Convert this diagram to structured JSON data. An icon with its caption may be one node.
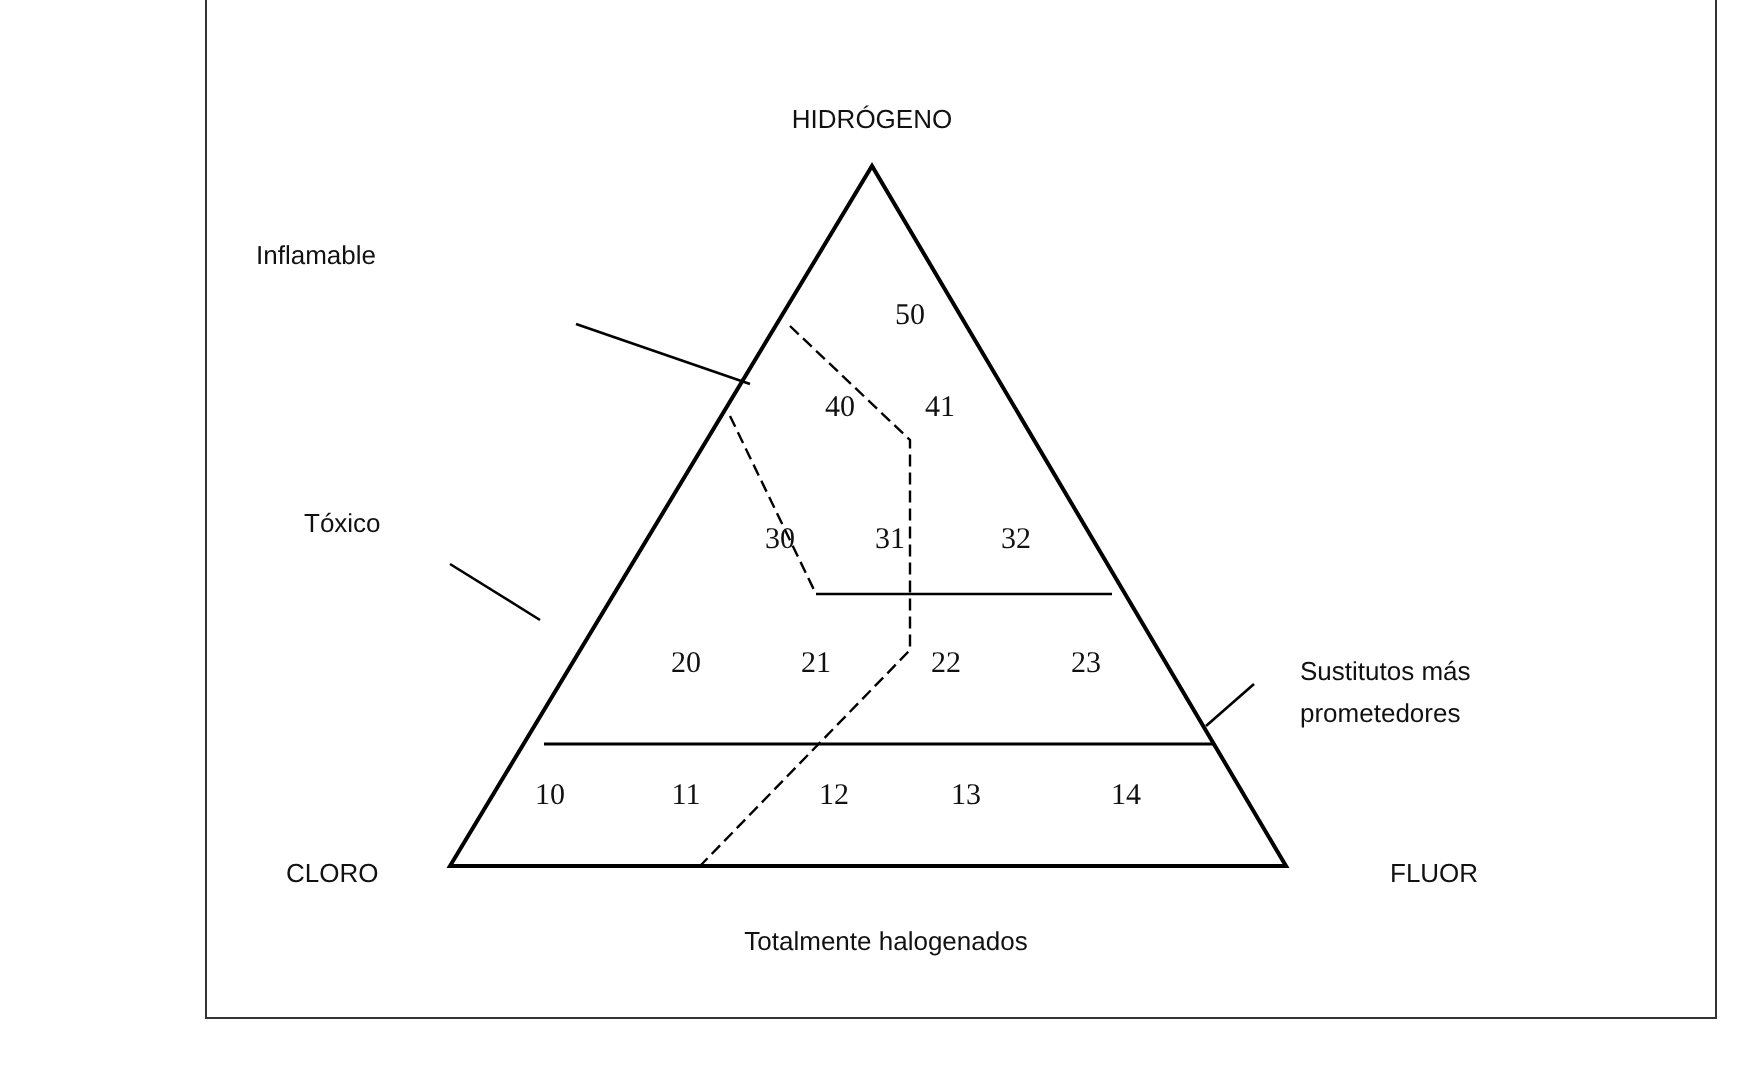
{
  "diagram": {
    "nodes": [
      {
        "text": [
          "Inflamable"
        ]
      },
      {
        "text": [
          "Tóxico"
        ]
      },
      {
        "text": [
          "Sustitutos más prometedores"
        ]
      }
    ],
    "edges": [
      {
        "from": 0,
        "to": null,
        "arrow": "none"
      },
      {
        "from": 1,
        "to": null,
        "arrow": "none"
      },
      {
        "from": 2,
        "to": null,
        "arrow": "none"
      }
    ],
    "labels": [
      "HIDRÓGENO",
      "50",
      "40",
      "41",
      "30",
      "31",
      "32",
      "20",
      "21",
      "22",
      "23",
      "10",
      "11",
      "12",
      "13",
      "14",
      "CLORO",
      "FLUOR",
      "Totalmente halogenados"
    ]
  }
}
